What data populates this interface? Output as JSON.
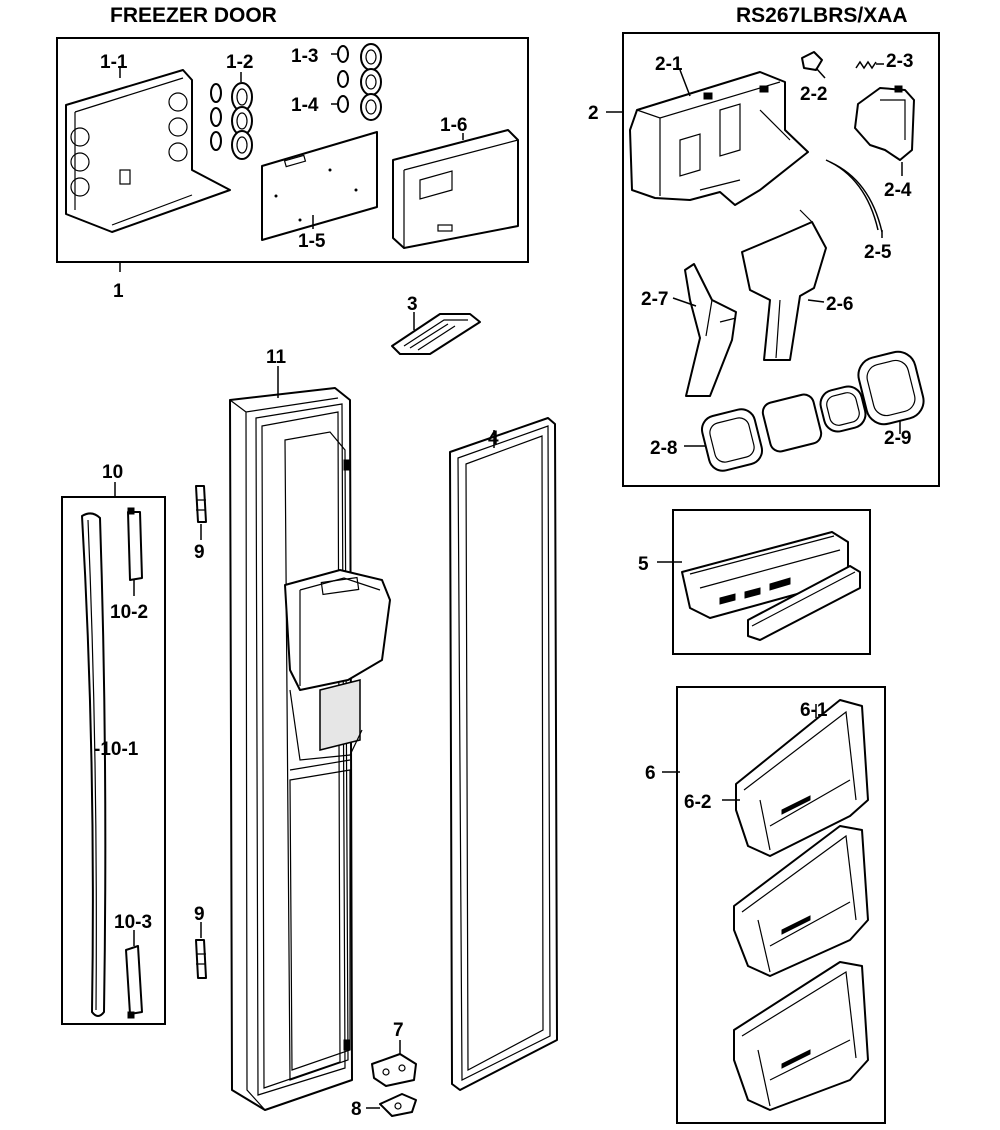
{
  "header": {
    "title": "FREEZER DOOR",
    "model": "RS267LBRS/XAA"
  },
  "labels": {
    "p1": "1",
    "p1_1": "1-1",
    "p1_2": "1-2",
    "p1_3": "1-3",
    "p1_4": "1-4",
    "p1_5": "1-5",
    "p1_6": "1-6",
    "p2": "2",
    "p2_1": "2-1",
    "p2_2": "2-2",
    "p2_3": "2-3",
    "p2_4": "2-4",
    "p2_5": "2-5",
    "p2_6": "2-6",
    "p2_7": "2-7",
    "p2_8": "2-8",
    "p2_9": "2-9",
    "p3": "3",
    "p4": "4",
    "p5": "5",
    "p6": "6",
    "p6_1": "6-1",
    "p6_2": "6-2",
    "p7": "7",
    "p8": "8",
    "p9_top": "9",
    "p9_bottom": "9",
    "p10": "10",
    "p10_1": "-10-1",
    "p10_2": "10-2",
    "p10_3": "10-3",
    "p11": "11"
  }
}
